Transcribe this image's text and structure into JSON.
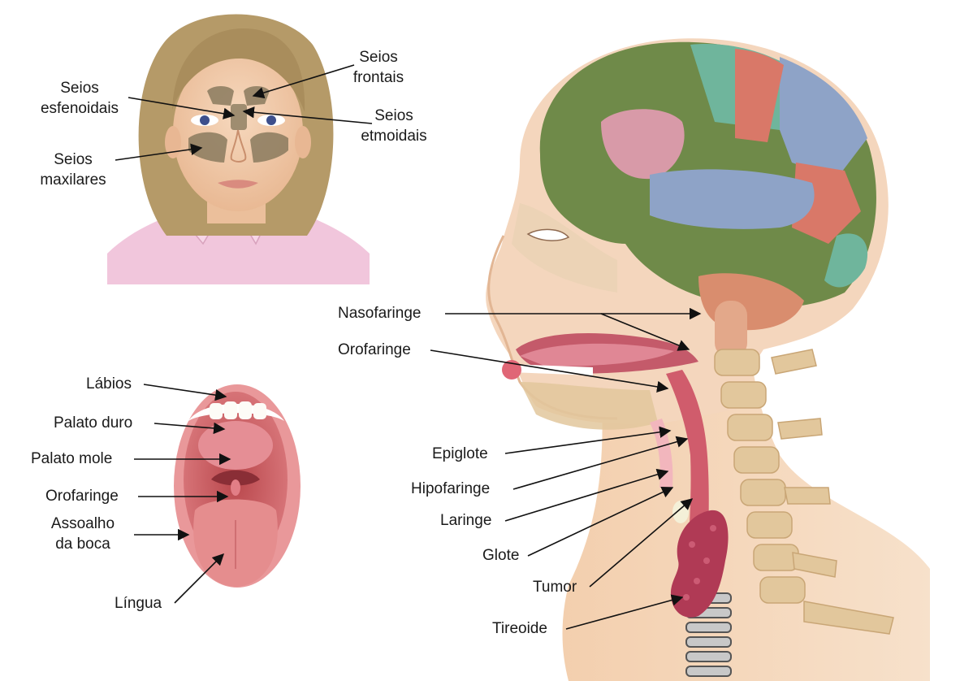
{
  "colors": {
    "skin": "#f1c9a7",
    "hair": "#b59a68",
    "sinus": "#8a7a5e",
    "mouth_pink": "#e07f83",
    "tongue": "#e58d8e",
    "bone": "#e2c79c",
    "brain_green": "#6f8a49",
    "brain_blue": "#8ea3c7",
    "brain_pink": "#d89aa8",
    "brain_teal": "#6fb59c",
    "brain_red": "#d97868",
    "tumor": "#b03a55",
    "arrow": "#111111"
  },
  "face_panel": {
    "frontal": {
      "line1": "Seios",
      "line2": "frontais"
    },
    "sphenoid": {
      "line1": "Seios",
      "line2": "esfenoidais"
    },
    "ethmoid": {
      "line1": "Seios",
      "line2": "etmoidais"
    },
    "maxillary": {
      "line1": "Seios",
      "line2": "maxilares"
    }
  },
  "mouth_panel": {
    "lips": "Lábios",
    "hard_palate": "Palato duro",
    "soft_palate": "Palato mole",
    "oropharynx": "Orofaringe",
    "floor": {
      "line1": "Assoalho",
      "line2": "da boca"
    },
    "tongue": "Língua"
  },
  "head_panel": {
    "nasopharynx": "Nasofaringe",
    "oropharynx": "Orofaringe",
    "epiglottis": "Epiglote",
    "hypopharynx": "Hipofaringe",
    "larynx": "Laringe",
    "glottis": "Glote",
    "tumor": "Tumor",
    "thyroid": "Tireoide"
  }
}
